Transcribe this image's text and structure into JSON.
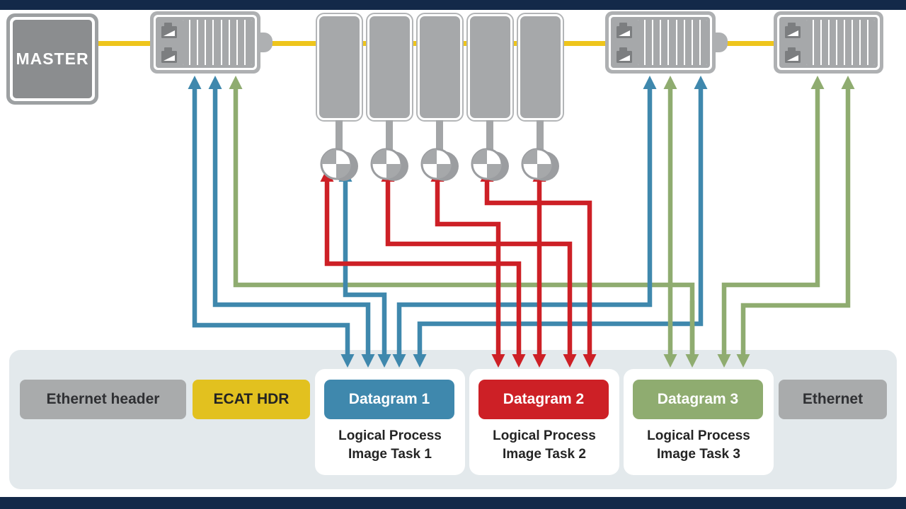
{
  "master": {
    "label": "MASTER"
  },
  "frame": {
    "ethernet_header": "Ethernet header",
    "ecat_hdr": "ECAT HDR",
    "ethernet": "Ethernet",
    "datagrams": [
      {
        "label": "Datagram 1",
        "color": "blue",
        "task": [
          "Logical Process",
          "Image Task 1"
        ]
      },
      {
        "label": "Datagram 2",
        "color": "red",
        "task": [
          "Logical Process",
          "Image Task 2"
        ]
      },
      {
        "label": "Datagram 3",
        "color": "green",
        "task": [
          "Logical Process",
          "Image Task 3"
        ]
      }
    ]
  },
  "colors": {
    "blue": "#3f88ad",
    "red": "#cd2026",
    "green": "#8fac70",
    "yellow": "#eec51c",
    "navy": "#132949",
    "panel_gray": "#e3e9ec",
    "box_gray": "#a9abac",
    "device_gray": "#a6a8aa",
    "frame_gray": "#aeb0b2",
    "text_dark": "#2f3033"
  },
  "diagram": {
    "nodes": [
      {
        "id": "master",
        "type": "master",
        "label": "MASTER"
      },
      {
        "id": "coupler-1",
        "type": "bus-coupler"
      },
      {
        "id": "drive-1",
        "type": "drive-with-motor"
      },
      {
        "id": "drive-2",
        "type": "drive-with-motor"
      },
      {
        "id": "drive-3",
        "type": "drive-with-motor"
      },
      {
        "id": "drive-4",
        "type": "drive-with-motor"
      },
      {
        "id": "drive-5",
        "type": "drive-with-motor"
      },
      {
        "id": "coupler-2",
        "type": "bus-coupler"
      },
      {
        "id": "end-device",
        "type": "bus-coupler"
      }
    ],
    "connections": [
      {
        "id": "c1-d3",
        "from": "coupler-1",
        "to": "datagram-3",
        "color": "green"
      },
      {
        "id": "c1-d1-a",
        "from": "coupler-1",
        "to": "datagram-1",
        "color": "blue"
      },
      {
        "id": "c1-d1-b",
        "from": "coupler-1",
        "to": "datagram-1",
        "color": "blue"
      },
      {
        "id": "m1-d1",
        "from": "drive-1",
        "to": "datagram-1",
        "color": "blue"
      },
      {
        "id": "c2-d1-a",
        "from": "coupler-2",
        "to": "datagram-1",
        "color": "blue"
      },
      {
        "id": "c2-d1-b",
        "from": "coupler-2",
        "to": "datagram-1",
        "color": "blue"
      },
      {
        "id": "c2-d3",
        "from": "coupler-2",
        "to": "datagram-3",
        "color": "green"
      },
      {
        "id": "e-d3-a",
        "from": "end-device",
        "to": "datagram-3",
        "color": "green"
      },
      {
        "id": "e-d3-b",
        "from": "end-device",
        "to": "datagram-3",
        "color": "green"
      },
      {
        "id": "m1-d2",
        "from": "drive-1",
        "to": "datagram-2",
        "color": "red"
      },
      {
        "id": "m2-d2",
        "from": "drive-2",
        "to": "datagram-2",
        "color": "red"
      },
      {
        "id": "m3-d2",
        "from": "drive-3",
        "to": "datagram-2",
        "color": "red"
      },
      {
        "id": "m4-d2",
        "from": "drive-4",
        "to": "datagram-2",
        "color": "red"
      },
      {
        "id": "m5-d2",
        "from": "drive-5",
        "to": "datagram-2",
        "color": "red"
      }
    ]
  }
}
